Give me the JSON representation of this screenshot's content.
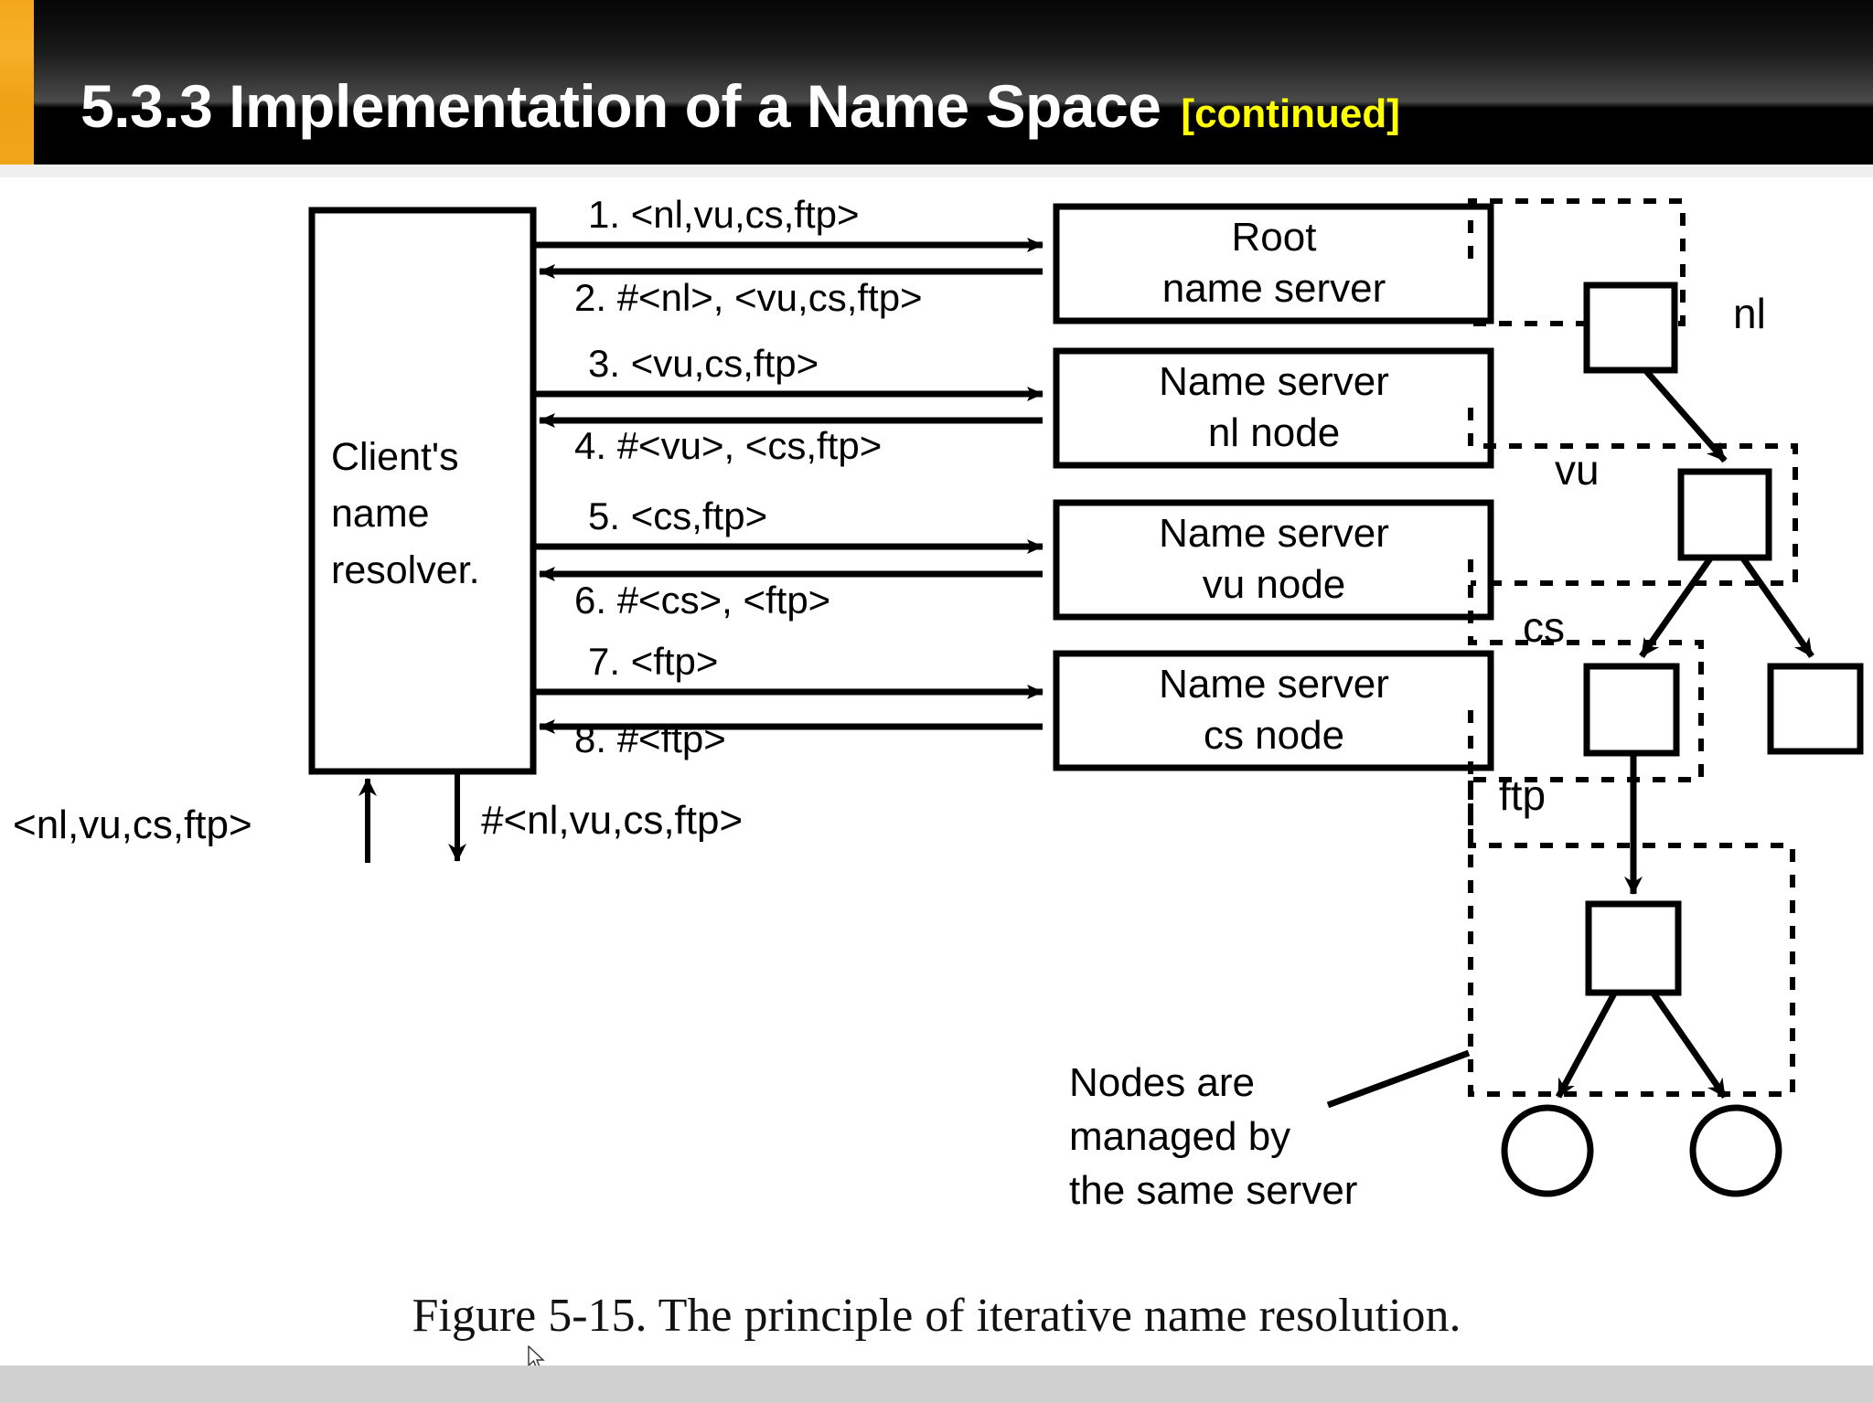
{
  "header": {
    "title": "5.3.3 Implementation of a Name Space",
    "continued": "[continued]",
    "accent_orange": "#F0A518",
    "continued_color": "#FFFF00",
    "background": "#000000"
  },
  "figure": {
    "caption": "Figure  5-15.   The  principle   of  iterative  name  resolution.",
    "client_box": {
      "line1": "Client's",
      "line2": "name",
      "line3": "resolver."
    },
    "servers": [
      {
        "line1": "Root",
        "line2": "name server"
      },
      {
        "line1": "Name server",
        "line2": "nl node"
      },
      {
        "line1": "Name server",
        "line2": "vu node"
      },
      {
        "line1": "Name server",
        "line2": "cs node"
      }
    ],
    "messages": [
      {
        "id": "1",
        "label": "1. <nl,vu,cs,ftp>",
        "direction": "right"
      },
      {
        "id": "2",
        "label": "2. #<nl>, <vu,cs,ftp>",
        "direction": "left"
      },
      {
        "id": "3",
        "label": "3. <vu,cs,ftp>",
        "direction": "right"
      },
      {
        "id": "4",
        "label": "4. #<vu>, <cs,ftp>",
        "direction": "left"
      },
      {
        "id": "5",
        "label": "5. <cs,ftp>",
        "direction": "right"
      },
      {
        "id": "6",
        "label": "6. #<cs>, <ftp>",
        "direction": "left"
      },
      {
        "id": "7",
        "label": "7. <ftp>",
        "direction": "right"
      },
      {
        "id": "8",
        "label": "8. #<ftp>",
        "direction": "left"
      }
    ],
    "client_in_label": "<nl,vu,cs,ftp>",
    "client_out_label": "#<nl,vu,cs,ftp>",
    "tree_edge_labels": {
      "nl": "nl",
      "vu": "vu",
      "cs": "cs",
      "ftp": "ftp"
    },
    "annotation": {
      "line1": "Nodes are",
      "line2": "managed by",
      "line3": "the same server"
    }
  },
  "chart_data": {
    "type": "diagram",
    "title": "The principle of iterative name resolution",
    "nodes": [
      {
        "name": "client-name-resolver",
        "kind": "process-box"
      },
      {
        "name": "root-name-server",
        "kind": "server-box"
      },
      {
        "name": "name-server-nl-node",
        "kind": "server-box"
      },
      {
        "name": "name-server-vu-node",
        "kind": "server-box"
      },
      {
        "name": "name-server-cs-node",
        "kind": "server-box"
      },
      {
        "name": "tree-node-root",
        "kind": "tree-square"
      },
      {
        "name": "tree-node-nl",
        "kind": "tree-square"
      },
      {
        "name": "tree-node-vu",
        "kind": "tree-square"
      },
      {
        "name": "tree-node-sibling",
        "kind": "tree-square"
      },
      {
        "name": "tree-node-cs",
        "kind": "tree-square"
      },
      {
        "name": "tree-leaf-left",
        "kind": "tree-circle"
      },
      {
        "name": "tree-leaf-right",
        "kind": "tree-circle"
      }
    ],
    "edges": [
      {
        "from": "client-name-resolver",
        "to": "root-name-server",
        "label": "1. <nl,vu,cs,ftp>"
      },
      {
        "from": "root-name-server",
        "to": "client-name-resolver",
        "label": "2. #<nl>, <vu,cs,ftp>"
      },
      {
        "from": "client-name-resolver",
        "to": "name-server-nl-node",
        "label": "3. <vu,cs,ftp>"
      },
      {
        "from": "name-server-nl-node",
        "to": "client-name-resolver",
        "label": "4. #<vu>, <cs,ftp>"
      },
      {
        "from": "client-name-resolver",
        "to": "name-server-vu-node",
        "label": "5. <cs,ftp>"
      },
      {
        "from": "name-server-vu-node",
        "to": "client-name-resolver",
        "label": "6. #<cs>, <ftp>"
      },
      {
        "from": "client-name-resolver",
        "to": "name-server-cs-node",
        "label": "7. <ftp>"
      },
      {
        "from": "name-server-cs-node",
        "to": "client-name-resolver",
        "label": "8. #<ftp>"
      },
      {
        "from": "tree-node-root",
        "to": "tree-node-nl",
        "label": "nl"
      },
      {
        "from": "tree-node-nl",
        "to": "tree-node-vu",
        "label": "vu"
      },
      {
        "from": "tree-node-nl",
        "to": "tree-node-sibling",
        "label": ""
      },
      {
        "from": "tree-node-vu",
        "to": "tree-node-cs",
        "label": "cs"
      },
      {
        "from": "tree-node-cs",
        "to": "tree-leaf-left",
        "label": "ftp"
      },
      {
        "from": "tree-node-cs",
        "to": "tree-leaf-right",
        "label": ""
      }
    ]
  }
}
